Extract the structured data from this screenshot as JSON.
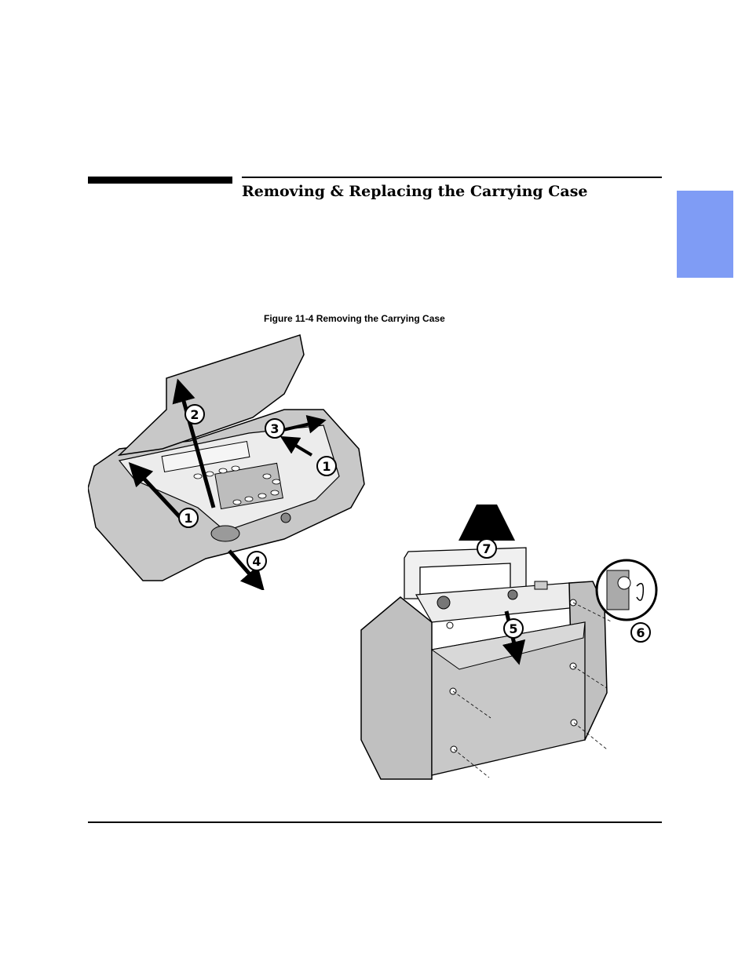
{
  "page": {
    "section_title": "Removing & Replacing the Carrying Case",
    "tab_color": "#7f9cf5"
  },
  "figure": {
    "caption": "Figure 11-4  Removing the Carrying Case",
    "callouts": {
      "step_1": "1",
      "step_2": "2",
      "step_3": "3",
      "step_4": "4",
      "step_5": "5",
      "step_6": "6",
      "step_7": "7"
    }
  }
}
